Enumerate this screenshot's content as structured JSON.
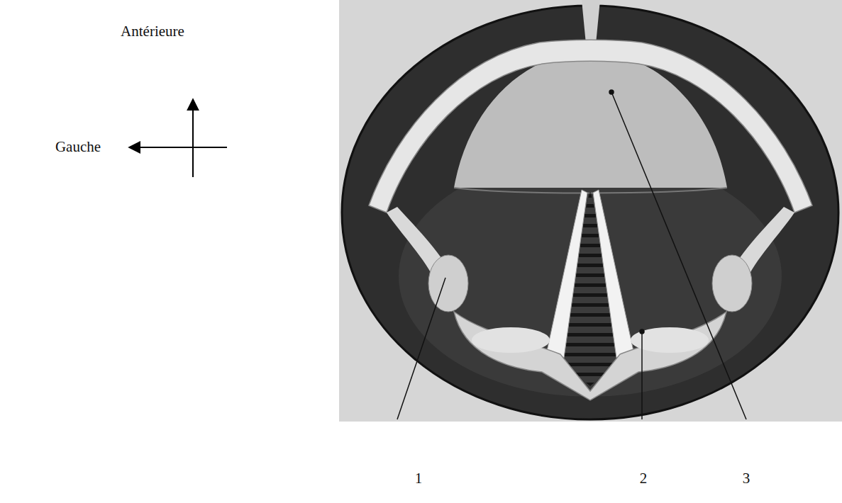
{
  "diagram": {
    "labels": [
      "Antérieure",
      "Gauche",
      "1",
      "2",
      "3"
    ]
  }
}
